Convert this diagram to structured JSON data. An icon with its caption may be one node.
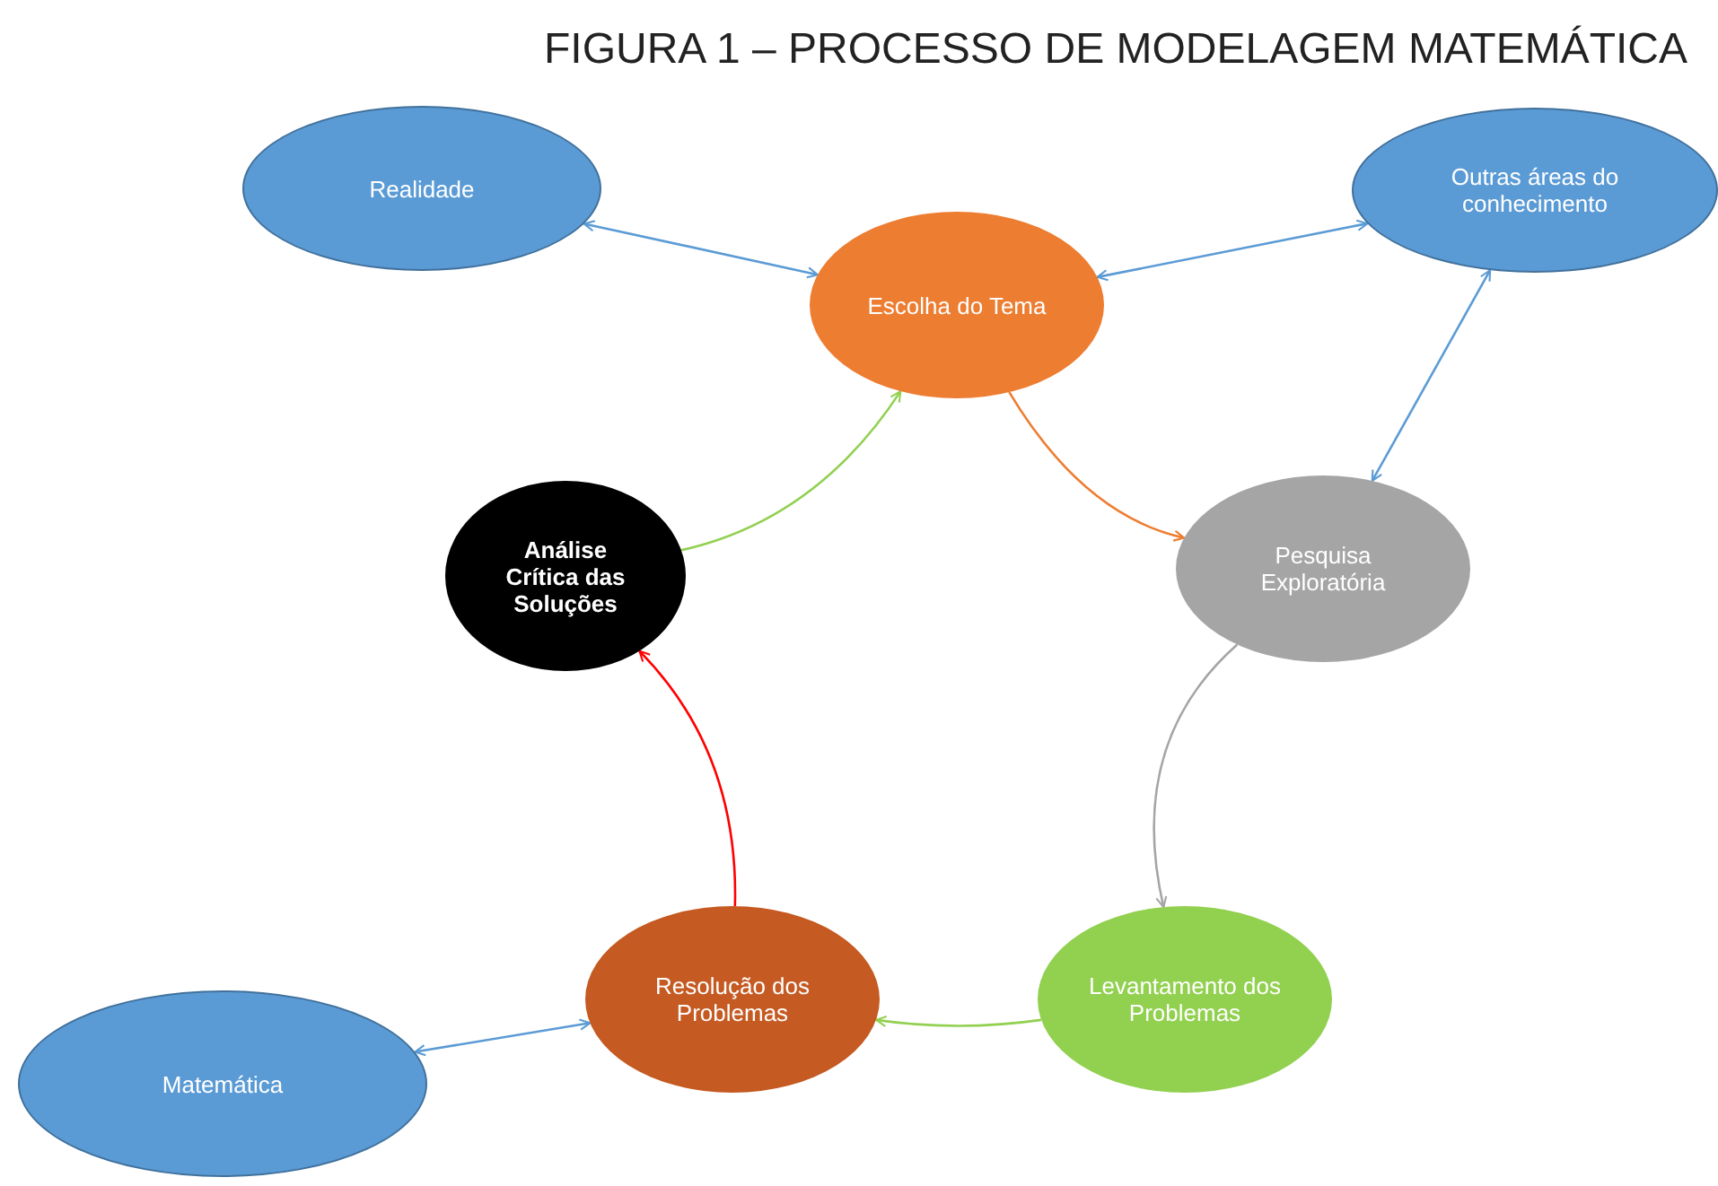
{
  "diagram": {
    "title": "FIGURA 1 – PROCESSO DE MODELAGEM MATEMÁTICA",
    "nodes": [
      {
        "text": [
          "Realidade"
        ]
      },
      {
        "text": [
          "Escolha do Tema"
        ]
      },
      {
        "text": [
          "Outras áreas do conhecimento"
        ]
      },
      {
        "text": [
          "Pesquisa Exploratória"
        ]
      },
      {
        "text": [
          "Análise Crítica das Soluções"
        ]
      },
      {
        "text": [
          "Levantamento dos Problemas"
        ]
      },
      {
        "text": [
          "Resolução dos Problemas"
        ]
      },
      {
        "text": [
          "Matemática"
        ]
      }
    ],
    "edges": [
      {
        "from": 0,
        "to": 1,
        "arrow": "both"
      },
      {
        "from": 1,
        "to": 2,
        "arrow": "both"
      },
      {
        "from": 2,
        "to": 3,
        "arrow": "both"
      },
      {
        "from": 1,
        "to": 3,
        "arrow": "to",
        "color": "#ed7d31"
      },
      {
        "from": 3,
        "to": 5,
        "arrow": "to",
        "color": "#a5a5a5"
      },
      {
        "from": 5,
        "to": 6,
        "arrow": "to",
        "color": "#92d050"
      },
      {
        "from": 6,
        "to": 4,
        "arrow": "to",
        "color": "#ff0000"
      },
      {
        "from": 4,
        "to": 1,
        "arrow": "to",
        "color": "#92d050"
      },
      {
        "from": 7,
        "to": 6,
        "arrow": "both"
      }
    ]
  }
}
